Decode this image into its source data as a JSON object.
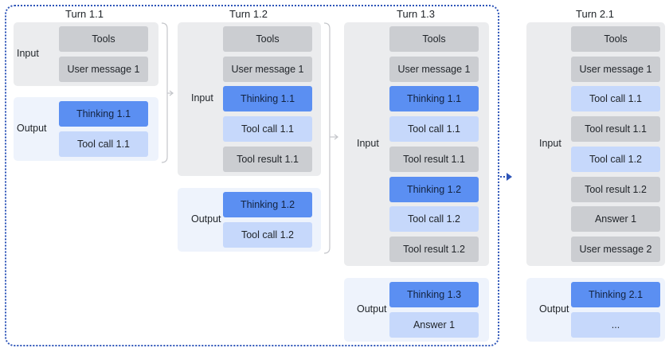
{
  "turns": [
    {
      "title": "Turn 1.1",
      "input": {
        "label": "Input",
        "items": [
          {
            "text": "Tools",
            "style": "gray"
          },
          {
            "text": "User message 1",
            "style": "gray"
          }
        ]
      },
      "output": {
        "label": "Output",
        "items": [
          {
            "text": "Thinking 1.1",
            "style": "dark"
          },
          {
            "text": "Tool call 1.1",
            "style": "light"
          }
        ]
      }
    },
    {
      "title": "Turn 1.2",
      "input": {
        "label": "Input",
        "items": [
          {
            "text": "Tools",
            "style": "gray"
          },
          {
            "text": "User message 1",
            "style": "gray"
          },
          {
            "text": "Thinking 1.1",
            "style": "dark"
          },
          {
            "text": "Tool call 1.1",
            "style": "light"
          },
          {
            "text": "Tool result 1.1",
            "style": "gray"
          }
        ]
      },
      "output": {
        "label": "Output",
        "items": [
          {
            "text": "Thinking 1.2",
            "style": "dark"
          },
          {
            "text": "Tool call 1.2",
            "style": "light"
          }
        ]
      }
    },
    {
      "title": "Turn 1.3",
      "input": {
        "label": "Input",
        "items": [
          {
            "text": "Tools",
            "style": "gray"
          },
          {
            "text": "User message 1",
            "style": "gray"
          },
          {
            "text": "Thinking 1.1",
            "style": "dark"
          },
          {
            "text": "Tool call 1.1",
            "style": "light"
          },
          {
            "text": "Tool result 1.1",
            "style": "gray"
          },
          {
            "text": "Thinking 1.2",
            "style": "dark"
          },
          {
            "text": "Tool call 1.2",
            "style": "light"
          },
          {
            "text": "Tool result 1.2",
            "style": "gray"
          }
        ]
      },
      "output": {
        "label": "Output",
        "items": [
          {
            "text": "Thinking 1.3",
            "style": "dark"
          },
          {
            "text": "Answer 1",
            "style": "light"
          }
        ]
      }
    },
    {
      "title": "Turn 2.1",
      "input": {
        "label": "Input",
        "items": [
          {
            "text": "Tools",
            "style": "gray"
          },
          {
            "text": "User message 1",
            "style": "gray"
          },
          {
            "text": "Tool call 1.1",
            "style": "light"
          },
          {
            "text": "Tool result 1.1",
            "style": "gray"
          },
          {
            "text": "Tool call 1.2",
            "style": "light"
          },
          {
            "text": "Tool result 1.2",
            "style": "gray"
          },
          {
            "text": "Answer 1",
            "style": "gray"
          },
          {
            "text": "User message 2",
            "style": "gray"
          }
        ]
      },
      "output": {
        "label": "Output",
        "items": [
          {
            "text": "Thinking 2.1",
            "style": "dark"
          },
          {
            "text": "...",
            "style": "light"
          }
        ]
      }
    }
  ],
  "colors": {
    "gray_box": "#cbcdd1",
    "light_blue_box": "#c6d8fb",
    "dark_blue_box": "#5b8ff2",
    "input_panel": "#ebecee",
    "output_panel": "#eef3fc",
    "dotted_border": "#2d54b8"
  }
}
